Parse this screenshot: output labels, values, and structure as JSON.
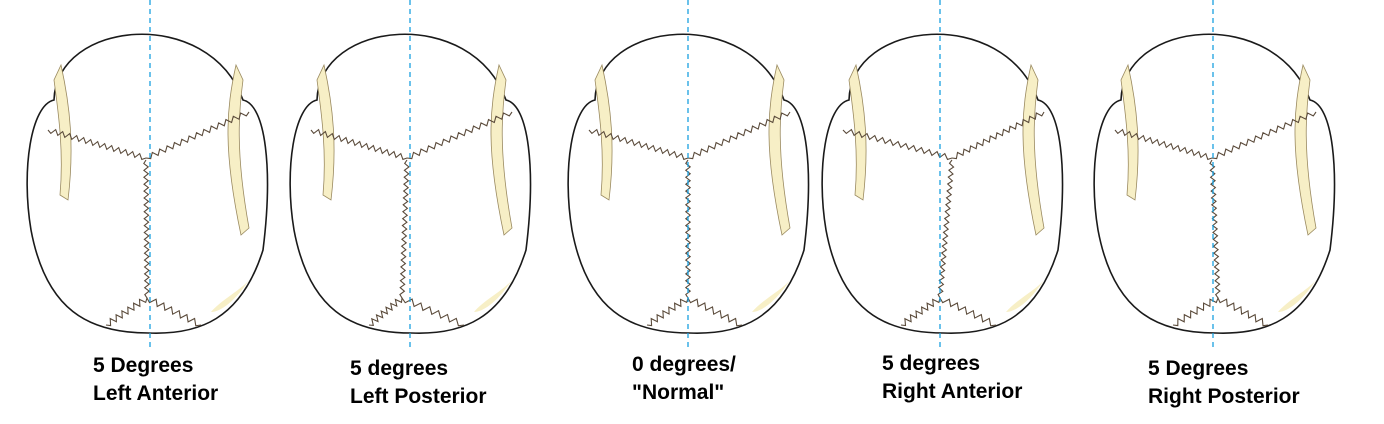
{
  "panels": [
    {
      "id": "left-anterior",
      "rotation_deg": 5,
      "direction": "left-anterior",
      "line1": "5 Degrees",
      "line2": "Left Anterior"
    },
    {
      "id": "left-posterior",
      "rotation_deg": 5,
      "direction": "left-posterior",
      "line1": "5 degrees",
      "line2": "Left Posterior"
    },
    {
      "id": "normal",
      "rotation_deg": 0,
      "direction": "normal",
      "line1": "0 degrees/",
      "line2": "\"Normal\""
    },
    {
      "id": "right-anterior",
      "rotation_deg": 5,
      "direction": "right-anterior",
      "line1": "5 degrees",
      "line2": "Right Anterior"
    },
    {
      "id": "right-posterior",
      "rotation_deg": 5,
      "direction": "right-posterior",
      "line1": "5 Degrees",
      "line2": "Right Posterior"
    }
  ],
  "colors": {
    "outline": "#1a1a1a",
    "suture": "#5a4a3a",
    "midline": "#1aa0e0",
    "shading": "#f7efc6"
  }
}
